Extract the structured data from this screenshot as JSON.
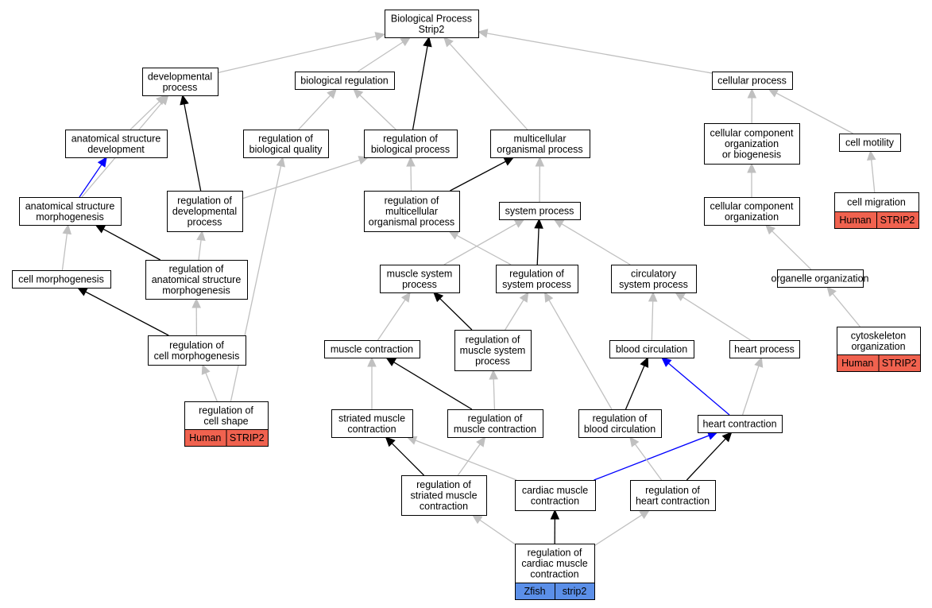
{
  "colors": {
    "gray": "#c0c0c0",
    "black": "#000000",
    "blue": "#0000ff",
    "human": "#f0624f",
    "zfish": "#5b8fe8"
  },
  "nodes": {
    "bp": {
      "lines": [
        "Biological Process",
        "Strip2"
      ]
    },
    "dev": {
      "lines": [
        "developmental",
        "process"
      ]
    },
    "breg": {
      "lines": [
        "biological regulation"
      ]
    },
    "cell": {
      "lines": [
        "cellular process"
      ]
    },
    "asd": {
      "lines": [
        "anatomical structure",
        "development"
      ]
    },
    "rbq": {
      "lines": [
        "regulation of",
        "biological quality"
      ]
    },
    "rbp": {
      "lines": [
        "regulation of",
        "biological process"
      ]
    },
    "mop": {
      "lines": [
        "multicellular",
        "organismal process"
      ]
    },
    "ccob": {
      "lines": [
        "cellular component",
        "organization",
        "or biogenesis"
      ]
    },
    "motil": {
      "lines": [
        "cell motility"
      ]
    },
    "asm": {
      "lines": [
        "anatomical structure",
        "morphogenesis"
      ]
    },
    "rdp": {
      "lines": [
        "regulation of",
        "developmental",
        "process"
      ]
    },
    "rmop": {
      "lines": [
        "regulation of",
        "multicellular",
        "organismal process"
      ]
    },
    "sysp": {
      "lines": [
        "system process"
      ]
    },
    "cco": {
      "lines": [
        "cellular component",
        "organization"
      ]
    },
    "migr": {
      "lines": [
        "cell migration"
      ],
      "badge": [
        "Human",
        "STRIP2"
      ]
    },
    "cmorph": {
      "lines": [
        "cell morphogenesis"
      ]
    },
    "rasm": {
      "lines": [
        "regulation of",
        "anatomical structure",
        "morphogenesis"
      ]
    },
    "msp": {
      "lines": [
        "muscle system",
        "process"
      ]
    },
    "rsp": {
      "lines": [
        "regulation of",
        "system process"
      ]
    },
    "circ": {
      "lines": [
        "circulatory",
        "system process"
      ]
    },
    "orgo": {
      "lines": [
        "organelle organization"
      ]
    },
    "rcm": {
      "lines": [
        "regulation of",
        "cell morphogenesis"
      ]
    },
    "mc": {
      "lines": [
        "muscle contraction"
      ]
    },
    "rmsp": {
      "lines": [
        "regulation of",
        "muscle system",
        "process"
      ]
    },
    "bc": {
      "lines": [
        "blood circulation"
      ]
    },
    "hp": {
      "lines": [
        "heart process"
      ]
    },
    "cyto": {
      "lines": [
        "cytoskeleton",
        "organization"
      ],
      "badge": [
        "Human",
        "STRIP2"
      ]
    },
    "rcs": {
      "lines": [
        "regulation of",
        "cell shape"
      ],
      "badge": [
        "Human",
        "STRIP2"
      ]
    },
    "smc": {
      "lines": [
        "striated muscle",
        "contraction"
      ]
    },
    "rmc": {
      "lines": [
        "regulation of",
        "muscle contraction"
      ]
    },
    "rbc": {
      "lines": [
        "regulation of",
        "blood circulation"
      ]
    },
    "hc": {
      "lines": [
        "heart contraction"
      ]
    },
    "rsmc": {
      "lines": [
        "regulation of",
        "striated muscle",
        "contraction"
      ]
    },
    "cmc": {
      "lines": [
        "cardiac muscle",
        "contraction"
      ]
    },
    "rhc": {
      "lines": [
        "regulation of",
        "heart contraction"
      ]
    },
    "rcmc": {
      "lines": [
        "regulation of",
        "cardiac muscle",
        "contraction"
      ],
      "badge": [
        "Zfish",
        "strip2"
      ]
    }
  },
  "edges": [
    {
      "from": "dev",
      "to": "bp",
      "color": "gray"
    },
    {
      "from": "breg",
      "to": "bp",
      "color": "gray"
    },
    {
      "from": "rbp",
      "to": "bp",
      "color": "black"
    },
    {
      "from": "mop",
      "to": "bp",
      "color": "gray"
    },
    {
      "from": "cell",
      "to": "bp",
      "color": "gray"
    },
    {
      "from": "asd",
      "to": "dev",
      "color": "gray"
    },
    {
      "from": "asm",
      "to": "dev",
      "color": "gray"
    },
    {
      "from": "rdp",
      "to": "dev",
      "color": "black"
    },
    {
      "from": "rbq",
      "to": "breg",
      "color": "gray"
    },
    {
      "from": "rbp",
      "to": "breg",
      "color": "gray"
    },
    {
      "from": "ccob",
      "to": "cell",
      "color": "gray"
    },
    {
      "from": "motil",
      "to": "cell",
      "color": "gray"
    },
    {
      "from": "asm",
      "to": "asd",
      "color": "blue"
    },
    {
      "from": "rdp",
      "to": "rbp",
      "color": "gray"
    },
    {
      "from": "rmop",
      "to": "rbp",
      "color": "gray"
    },
    {
      "from": "rmop",
      "to": "mop",
      "color": "black"
    },
    {
      "from": "sysp",
      "to": "mop",
      "color": "gray"
    },
    {
      "from": "cco",
      "to": "ccob",
      "color": "gray"
    },
    {
      "from": "migr",
      "to": "motil",
      "color": "gray"
    },
    {
      "from": "cmorph",
      "to": "asm",
      "color": "gray"
    },
    {
      "from": "rasm",
      "to": "asm",
      "color": "black"
    },
    {
      "from": "rasm",
      "to": "rdp",
      "color": "gray"
    },
    {
      "from": "msp",
      "to": "sysp",
      "color": "gray"
    },
    {
      "from": "rsp",
      "to": "sysp",
      "color": "black"
    },
    {
      "from": "circ",
      "to": "sysp",
      "color": "gray"
    },
    {
      "from": "rsp",
      "to": "rmop",
      "color": "gray"
    },
    {
      "from": "orgo",
      "to": "cco",
      "color": "gray"
    },
    {
      "from": "rcm",
      "to": "cmorph",
      "color": "black"
    },
    {
      "from": "rcm",
      "to": "rasm",
      "color": "gray"
    },
    {
      "from": "mc",
      "to": "msp",
      "color": "gray"
    },
    {
      "from": "rmsp",
      "to": "msp",
      "color": "black"
    },
    {
      "from": "rmsp",
      "to": "rsp",
      "color": "gray"
    },
    {
      "from": "rbc",
      "to": "rsp",
      "color": "gray"
    },
    {
      "from": "bc",
      "to": "circ",
      "color": "gray"
    },
    {
      "from": "hp",
      "to": "circ",
      "color": "gray"
    },
    {
      "from": "cyto",
      "to": "orgo",
      "color": "gray"
    },
    {
      "from": "rcs",
      "to": "rcm",
      "color": "gray"
    },
    {
      "from": "rcs",
      "to": "rbq",
      "color": "gray"
    },
    {
      "from": "smc",
      "to": "mc",
      "color": "gray"
    },
    {
      "from": "rmc",
      "to": "mc",
      "color": "black"
    },
    {
      "from": "rmc",
      "to": "rmsp",
      "color": "gray"
    },
    {
      "from": "rbc",
      "to": "bc",
      "color": "black"
    },
    {
      "from": "hc",
      "to": "bc",
      "color": "blue"
    },
    {
      "from": "hc",
      "to": "hp",
      "color": "gray"
    },
    {
      "from": "rsmc",
      "to": "smc",
      "color": "black"
    },
    {
      "from": "rsmc",
      "to": "rmc",
      "color": "gray"
    },
    {
      "from": "cmc",
      "to": "smc",
      "color": "gray"
    },
    {
      "from": "cmc",
      "to": "hc",
      "color": "blue"
    },
    {
      "from": "rhc",
      "to": "hc",
      "color": "black"
    },
    {
      "from": "rhc",
      "to": "rbc",
      "color": "gray"
    },
    {
      "from": "rcmc",
      "to": "cmc",
      "color": "black"
    },
    {
      "from": "rcmc",
      "to": "rsmc",
      "color": "gray"
    },
    {
      "from": "rcmc",
      "to": "rhc",
      "color": "gray"
    }
  ]
}
